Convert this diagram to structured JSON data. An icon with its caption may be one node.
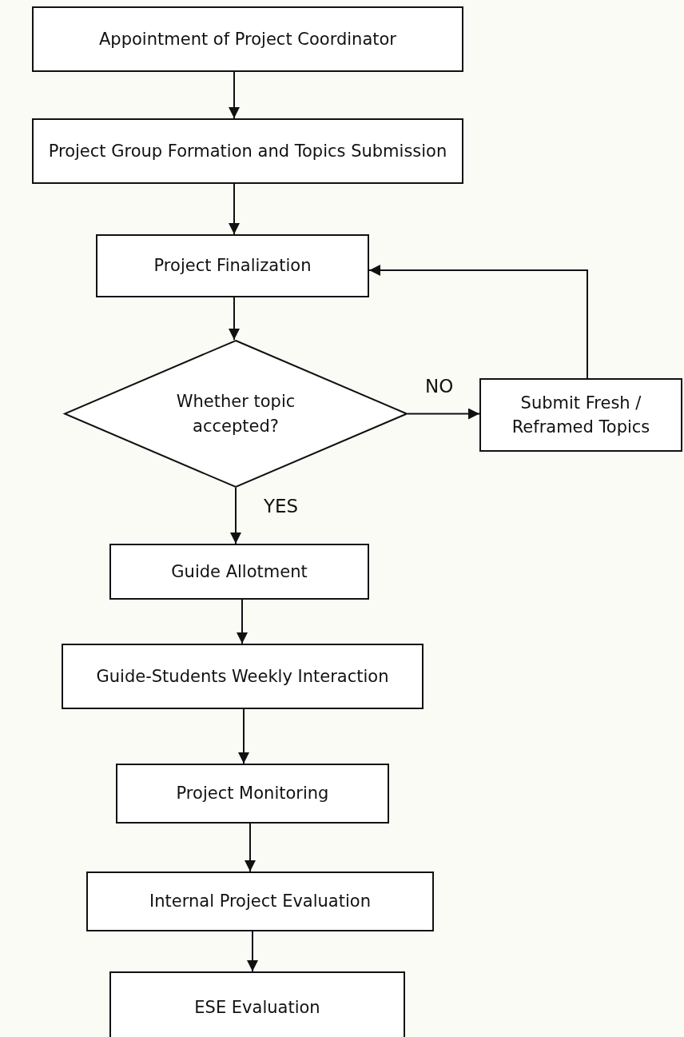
{
  "diagram": {
    "nodes": [
      {
        "text": [
          "Appointment of Project Coordinator"
        ]
      },
      {
        "text": [
          "Project Group Formation and Topics Submission"
        ]
      },
      {
        "text": [
          "Project Finalization"
        ]
      },
      {
        "text": [
          "Whether topic accepted?"
        ]
      },
      {
        "text": [
          "Submit Fresh / Reframed Topics"
        ]
      },
      {
        "text": [
          "Guide Allotment"
        ]
      },
      {
        "text": [
          "Guide-Students Weekly Interaction"
        ]
      },
      {
        "text": [
          "Project Monitoring"
        ]
      },
      {
        "text": [
          "Internal Project Evaluation"
        ]
      },
      {
        "text": [
          "ESE Evaluation"
        ]
      }
    ],
    "edges": [
      {
        "from": 0,
        "to": 1,
        "arrow": "to"
      },
      {
        "from": 1,
        "to": 2,
        "arrow": "to"
      },
      {
        "from": 2,
        "to": 3,
        "arrow": "to"
      },
      {
        "from": 3,
        "to": 4,
        "arrow": "to",
        "label": "NO"
      },
      {
        "from": 4,
        "to": 2,
        "arrow": "to"
      },
      {
        "from": 3,
        "to": 5,
        "arrow": "to",
        "label": "YES"
      },
      {
        "from": 5,
        "to": 6,
        "arrow": "to"
      },
      {
        "from": 6,
        "to": 7,
        "arrow": "to"
      },
      {
        "from": 7,
        "to": 8,
        "arrow": "to"
      },
      {
        "from": 8,
        "to": 9,
        "arrow": "to"
      }
    ]
  }
}
